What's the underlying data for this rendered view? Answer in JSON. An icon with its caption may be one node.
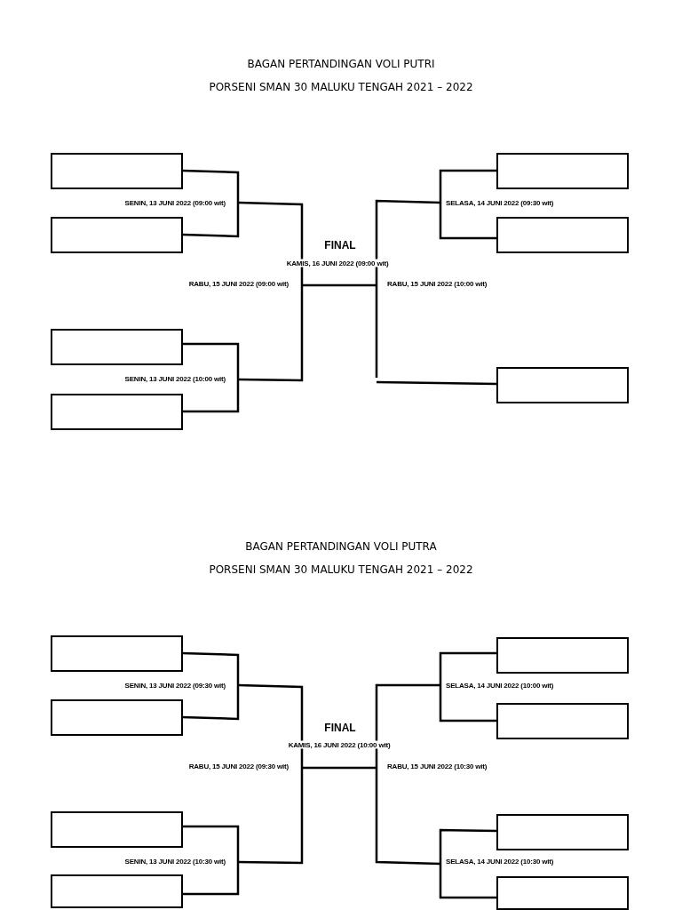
{
  "diagram": {
    "nodes": [
      {
        "text": [],
        "shape": "box"
      },
      {
        "text": [],
        "shape": "box"
      },
      {
        "text": [],
        "shape": "box"
      },
      {
        "text": [],
        "shape": "box"
      },
      {
        "text": [],
        "shape": "box"
      },
      {
        "text": [],
        "shape": "box"
      },
      {
        "text": [],
        "shape": "box"
      },
      {
        "text": [],
        "shape": "box"
      },
      {
        "text": [],
        "shape": "box"
      },
      {
        "text": [],
        "shape": "box"
      },
      {
        "text": [],
        "shape": "box"
      },
      {
        "text": [],
        "shape": "box"
      },
      {
        "text": [],
        "shape": "box"
      },
      {
        "text": [],
        "shape": "box"
      },
      {
        "text": [],
        "shape": "box"
      }
    ],
    "labels": [
      "BAGAN PERTANDINGAN VOLI PUTRI",
      "PORSENI SMAN 30 MALUKU TENGAH 2021 – 2022",
      "SENIN, 13 JUNI 2022 (09:00 wit)",
      "SELASA, 14 JUNI 2022 (09:30 wit)",
      "FINAL",
      "KAMIS, 16 JUNI 2022 (09:00 wit)",
      "RABU, 15 JUNI 2022 (09:00 wit)",
      "RABU, 15  JUNI 2022 (10:00 wit)",
      "SENIN, 13 JUNI 2022 (10:00 wit)",
      "BAGAN PERTANDINGAN VOLI PUTRA",
      "PORSENI SMAN 30 MALUKU TENGAH 2021 – 2022",
      "SENIN, 13 JUNI 2022 (09:30 wit)",
      "SELASA, 14 JUNI 2022 (10:00 wit)",
      "FINAL",
      "KAMIS, 16 JUNI 2022 (10:00 wit)",
      "RABU, 15 JUNI 2022 (09:30 wit)",
      "RABU, 15  JUNI 2022 (10:30 wit)",
      "SENIN, 13 JUNI 2022 (10:30 wit)",
      "SELASA, 14  JUNI 2022 (10:30 wit)"
    ]
  }
}
